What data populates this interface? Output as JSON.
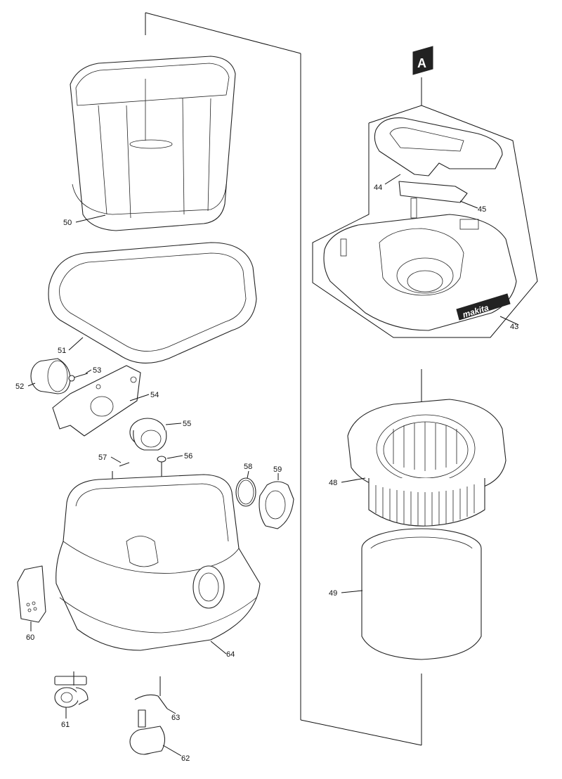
{
  "section_badge": "A",
  "brand_mark": "makita",
  "parts": [
    {
      "id": "p43",
      "number": "43"
    },
    {
      "id": "p44",
      "number": "44"
    },
    {
      "id": "p45",
      "number": "45"
    },
    {
      "id": "p48",
      "number": "48"
    },
    {
      "id": "p49",
      "number": "49"
    },
    {
      "id": "p50",
      "number": "50"
    },
    {
      "id": "p51",
      "number": "51"
    },
    {
      "id": "p52",
      "number": "52"
    },
    {
      "id": "p53",
      "number": "53"
    },
    {
      "id": "p54",
      "number": "54"
    },
    {
      "id": "p55",
      "number": "55"
    },
    {
      "id": "p56",
      "number": "56"
    },
    {
      "id": "p57",
      "number": "57"
    },
    {
      "id": "p58",
      "number": "58"
    },
    {
      "id": "p59",
      "number": "59"
    },
    {
      "id": "p60",
      "number": "60"
    },
    {
      "id": "p61",
      "number": "61"
    },
    {
      "id": "p62",
      "number": "62"
    },
    {
      "id": "p63",
      "number": "63"
    },
    {
      "id": "p64",
      "number": "64"
    }
  ]
}
